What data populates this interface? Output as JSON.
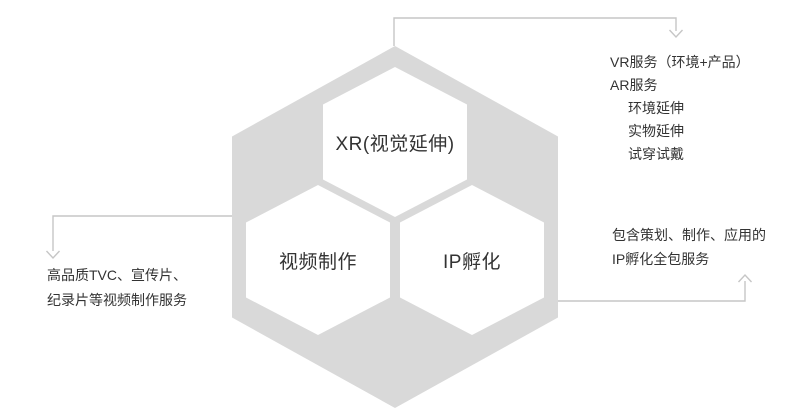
{
  "colors": {
    "hexagon_gray": "#d9d9d9",
    "line_gray": "#c6c6c6",
    "text_color": "#333333",
    "white": "#ffffff"
  },
  "hexagons": [
    {
      "id": "xr",
      "label": "XR(视觉延伸)"
    },
    {
      "id": "video_production",
      "label": "视频制作"
    },
    {
      "id": "ip_incubation",
      "label": "IP孵化"
    }
  ],
  "annotations": {
    "top_right": {
      "lines": [
        {
          "text": "VR服务（环境+产品）",
          "indent": false
        },
        {
          "text": "AR服务",
          "indent": false
        },
        {
          "text": "环境延伸",
          "indent": true
        },
        {
          "text": "实物延伸",
          "indent": true
        },
        {
          "text": "试穿试戴",
          "indent": true
        }
      ]
    },
    "left": {
      "lines": [
        {
          "text": "高品质TVC、宣传片、"
        },
        {
          "text": "纪录片等视频制作服务"
        }
      ]
    },
    "bottom_right": {
      "lines": [
        {
          "text": "包含策划、制作、应用的"
        },
        {
          "text": "IP孵化全包服务"
        }
      ]
    }
  }
}
